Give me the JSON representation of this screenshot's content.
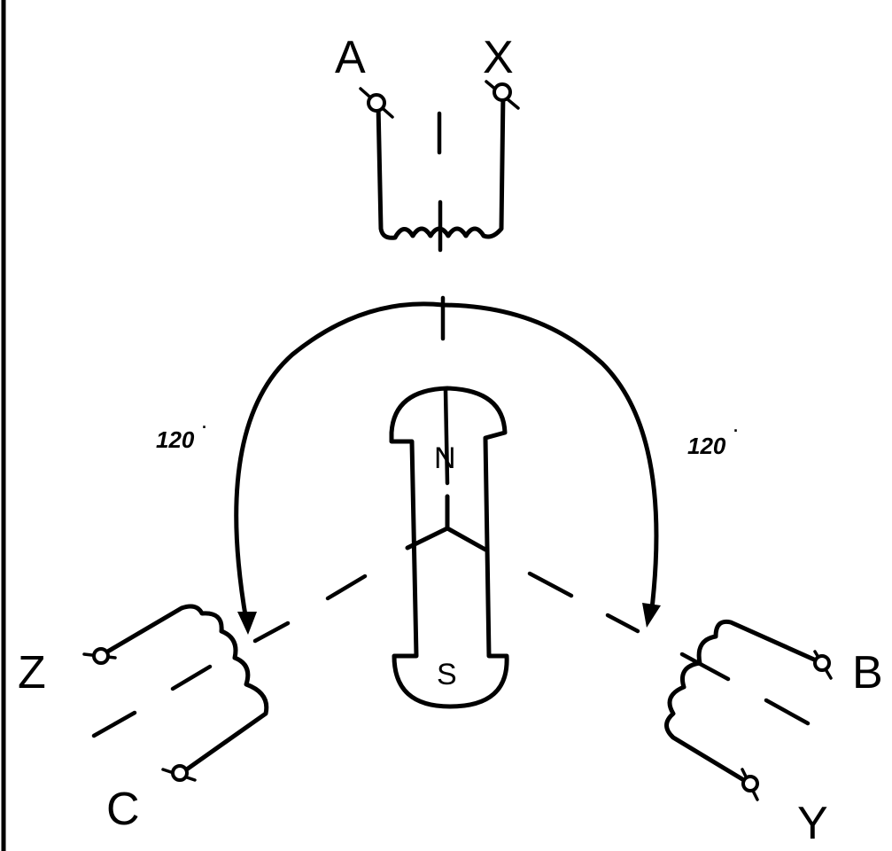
{
  "terminals": {
    "a": "A",
    "x": "X",
    "b": "B",
    "y": "Y",
    "c": "C",
    "z": "Z"
  },
  "rotor": {
    "north": "N",
    "south": "S"
  },
  "angles": {
    "left": "120",
    "right": "120",
    "degree_mark": "·"
  }
}
